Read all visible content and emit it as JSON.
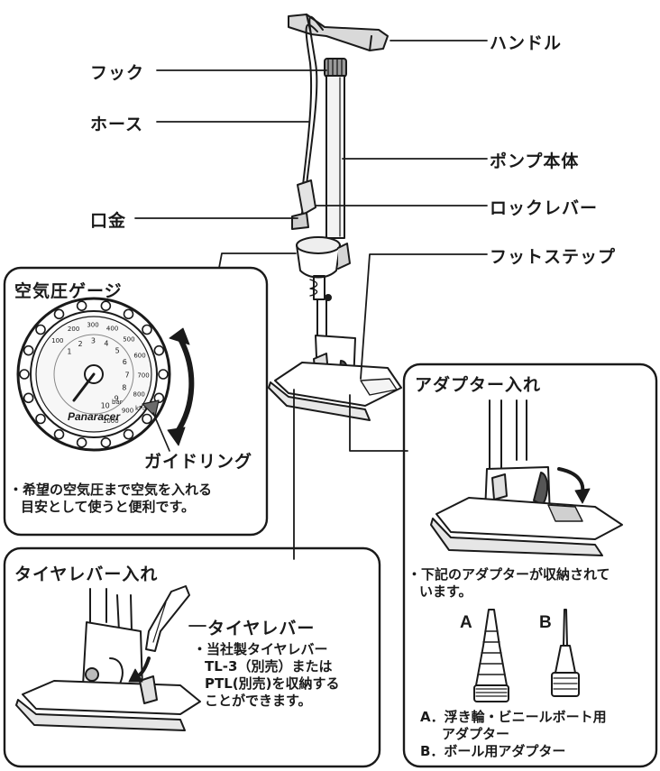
{
  "parts": {
    "handle": "ハンドル",
    "hook": "フック",
    "hose": "ホース",
    "pump_body": "ポンプ本体",
    "lock_lever": "ロックレバー",
    "nozzle": "口金",
    "foot_step": "フットステップ"
  },
  "gauge_panel": {
    "title": "空気圧ゲージ",
    "guide_ring": "ガイドリング",
    "note_lines": [
      "・希望の空気圧まで空気を入れる",
      "目安として使うと便利です。"
    ],
    "dial": {
      "brand": "Panaracer",
      "psi_ticks": [
        "100",
        "200",
        "300",
        "400",
        "500",
        "600",
        "700",
        "800",
        "900",
        "1000"
      ],
      "bar_ticks": [
        "1",
        "2",
        "3",
        "4",
        "5",
        "6",
        "7",
        "8",
        "9",
        "10"
      ],
      "unit_bar": "bar",
      "unit_kpa": "kPa"
    }
  },
  "tire_lever_panel": {
    "title": "タイヤレバー入れ",
    "callout": "タイヤレバー",
    "note_lines": [
      "・当社製タイヤレバー",
      "TL-3（別売）または",
      "PTL(別売)を収納する",
      "ことができます。"
    ]
  },
  "adapter_panel": {
    "title": "アダプター入れ",
    "note_lines": [
      "・下記のアダプターが収納されて",
      "います。"
    ],
    "label_a": "A",
    "label_b": "B",
    "legend_a_lines": [
      "A．浮き輪・ビニールボート用",
      "アダプター"
    ],
    "legend_b": "B．ボール用アダプター"
  }
}
